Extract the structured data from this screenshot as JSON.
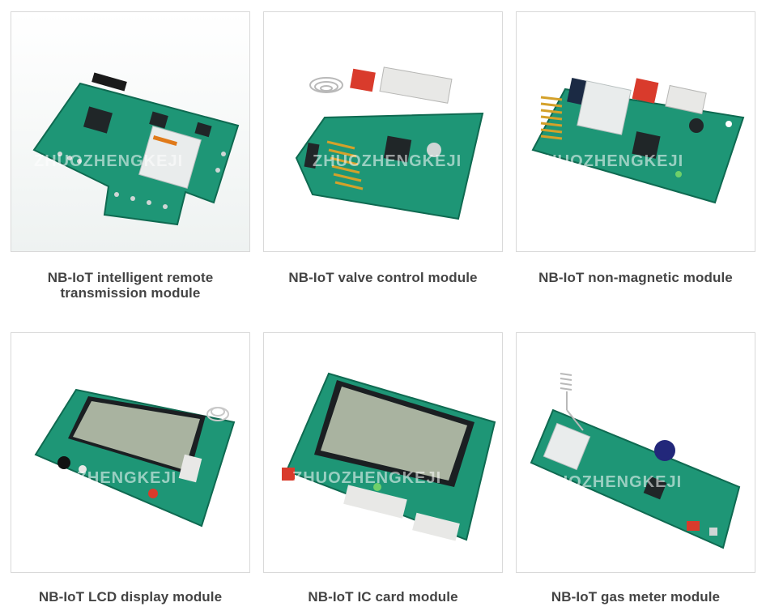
{
  "products": [
    {
      "caption_lines": [
        "NB-IoT intelligent remote",
        "transmission module"
      ],
      "image": "nb-iot-remote-transmission-module-photo"
    },
    {
      "caption_lines": [
        "NB-IoT valve control module"
      ],
      "image": "nb-iot-valve-control-module-photo"
    },
    {
      "caption_lines": [
        "NB-IoT non-magnetic module"
      ],
      "image": "nb-iot-non-magnetic-module-photo"
    },
    {
      "caption_lines": [
        "NB-IoT LCD display module"
      ],
      "image": "nb-iot-lcd-display-module-photo"
    },
    {
      "caption_lines": [
        "NB-IoT IC card module"
      ],
      "image": "nb-iot-ic-card-module-photo"
    },
    {
      "caption_lines": [
        "NB-IoT gas meter module"
      ],
      "image": "nb-iot-gas-meter-module-photo"
    }
  ],
  "watermark": "ZHUOZHENGKEJI",
  "colors": {
    "pcb": "#1f9a78",
    "pcb_dark": "#137a5e",
    "lcd": "#a9b3a0",
    "caption_text": "#444444",
    "card_border": "#d9d9d9"
  }
}
